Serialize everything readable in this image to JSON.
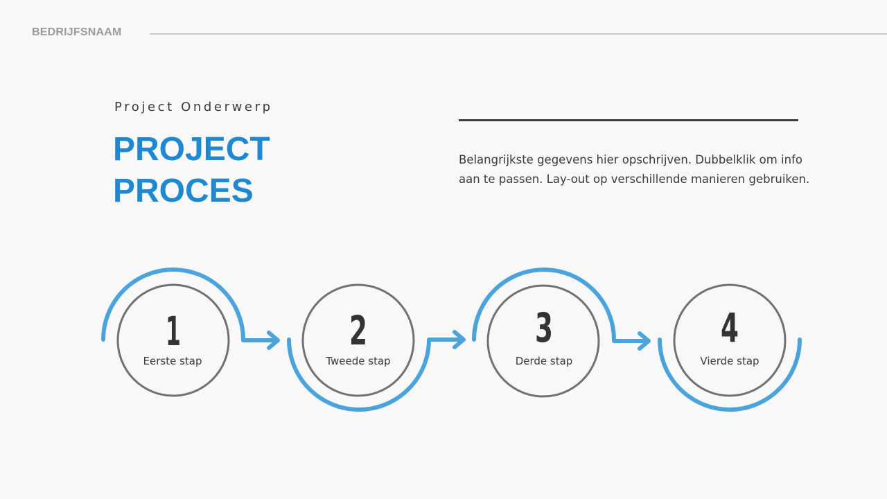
{
  "header": {
    "company_name": "BEDRIJFSNAAM"
  },
  "intro": {
    "subtitle": "Project Onderwerp",
    "title_line1": "PROJECT",
    "title_line2": "PROCES",
    "description": "Belangrijkste gegevens hier opschrijven. Dubbelklik om info aan te passen. Lay-out op verschillende manieren gebruiken."
  },
  "colors": {
    "accent": "#1e88d0",
    "arc": "#4aa3da",
    "circle_stroke": "#707072",
    "text_dark": "#333336",
    "background": "#f8f8f9"
  },
  "steps": [
    {
      "number": "1",
      "label": "Eerste stap",
      "arc": "top"
    },
    {
      "number": "2",
      "label": "Tweede stap",
      "arc": "bottom"
    },
    {
      "number": "3",
      "label": "Derde stap",
      "arc": "top"
    },
    {
      "number": "4",
      "label": "Vierde stap",
      "arc": "bottom"
    }
  ]
}
